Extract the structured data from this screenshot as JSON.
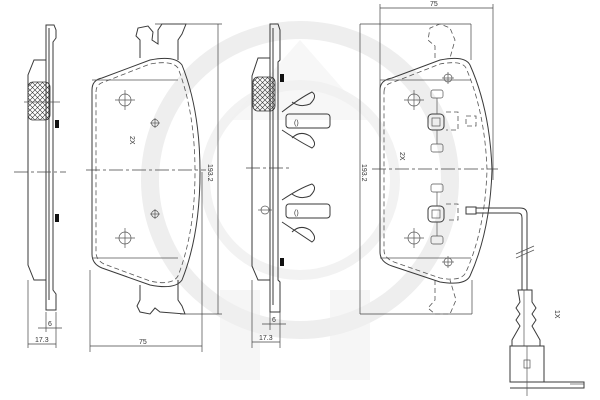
{
  "drawing": {
    "title": "Brake pad set technical drawing",
    "watermark": "optimal-logo",
    "views": [
      {
        "id": "side-view-left",
        "dim_thickness": "17.3",
        "dim_backplate": "6"
      },
      {
        "id": "front-view-left",
        "dim_width": "75",
        "dim_height": "193.2",
        "qty_label": "2X"
      },
      {
        "id": "side-view-right",
        "dim_thickness": "17.3",
        "dim_backplate": "6"
      },
      {
        "id": "front-view-right",
        "dim_width": "75",
        "dim_height": "193.2",
        "qty_label": "2X",
        "sensor_qty_label": "1X"
      }
    ]
  },
  "labels": {
    "dim_17_3_a": "17.3",
    "dim_6_a": "6",
    "dim_75_a": "75",
    "dim_193_a": "193.2",
    "qty_2x_a": "2X",
    "dim_17_3_b": "17.3",
    "dim_6_b": "6",
    "dim_75_b": "75",
    "dim_193_b": "193.2",
    "qty_2x_b": "2X",
    "qty_1x": "1X"
  },
  "colors": {
    "line": "#3a3a3a",
    "watermark": "#eeeeee",
    "background": "#ffffff"
  }
}
